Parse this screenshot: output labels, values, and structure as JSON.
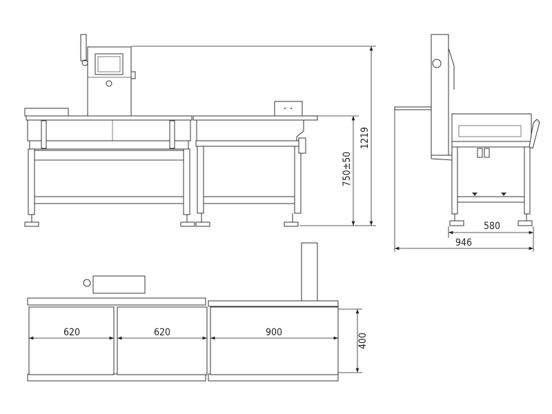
{
  "drawing": {
    "front_view": {
      "dim_total_height": "1219",
      "dim_conveyor_height": "750±50"
    },
    "side_view": {
      "dim_frame_width": "580",
      "dim_total_width": "946"
    },
    "top_view": {
      "dim_belt_1": "620",
      "dim_belt_2": "620",
      "dim_belt_3": "900",
      "dim_belt_width": "400"
    }
  }
}
